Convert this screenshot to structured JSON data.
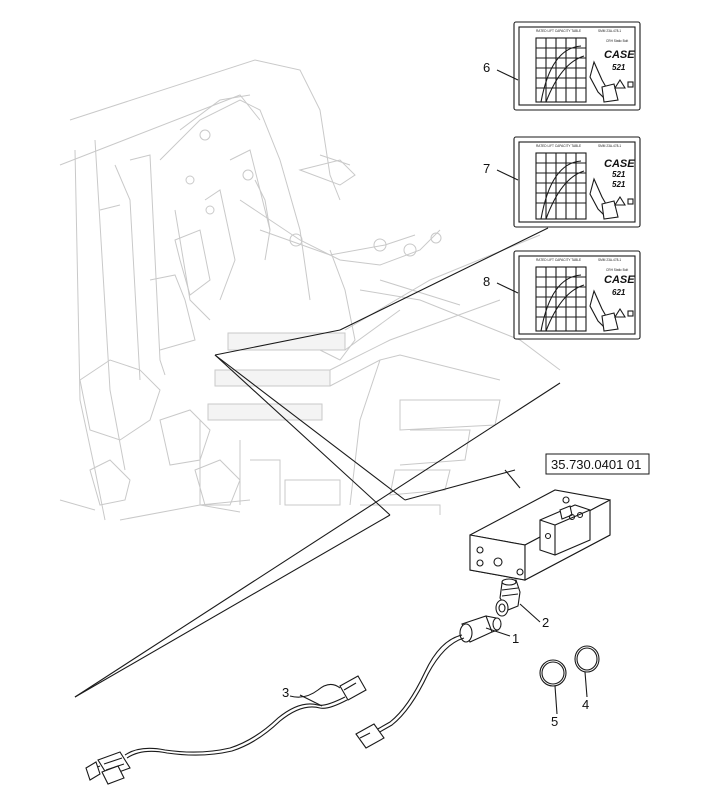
{
  "reference_number": "35.730.0401 01",
  "callouts": [
    {
      "id": "1",
      "text": "1"
    },
    {
      "id": "2",
      "text": "2"
    },
    {
      "id": "3",
      "text": "3"
    },
    {
      "id": "4",
      "text": "4"
    },
    {
      "id": "5",
      "text": "5"
    },
    {
      "id": "6",
      "text": "6"
    },
    {
      "id": "7",
      "text": "7"
    },
    {
      "id": "8",
      "text": "8"
    }
  ],
  "decals": [
    {
      "title": "RATED LIFT CAPACITY TABLE",
      "brand": "CASE",
      "model_lines": [
        "521"
      ]
    },
    {
      "title": "RATED LIFT CAPACITY TABLE",
      "brand": "CASE",
      "model_lines": [
        "521",
        "521"
      ]
    },
    {
      "title": "RATED LIFT CAPACITY TABLE",
      "brand": "CASE",
      "model_lines": [
        "621"
      ]
    }
  ],
  "colors": {
    "ink": "#1a1a1a",
    "ghost": "#c9c9c9",
    "background": "#ffffff"
  }
}
